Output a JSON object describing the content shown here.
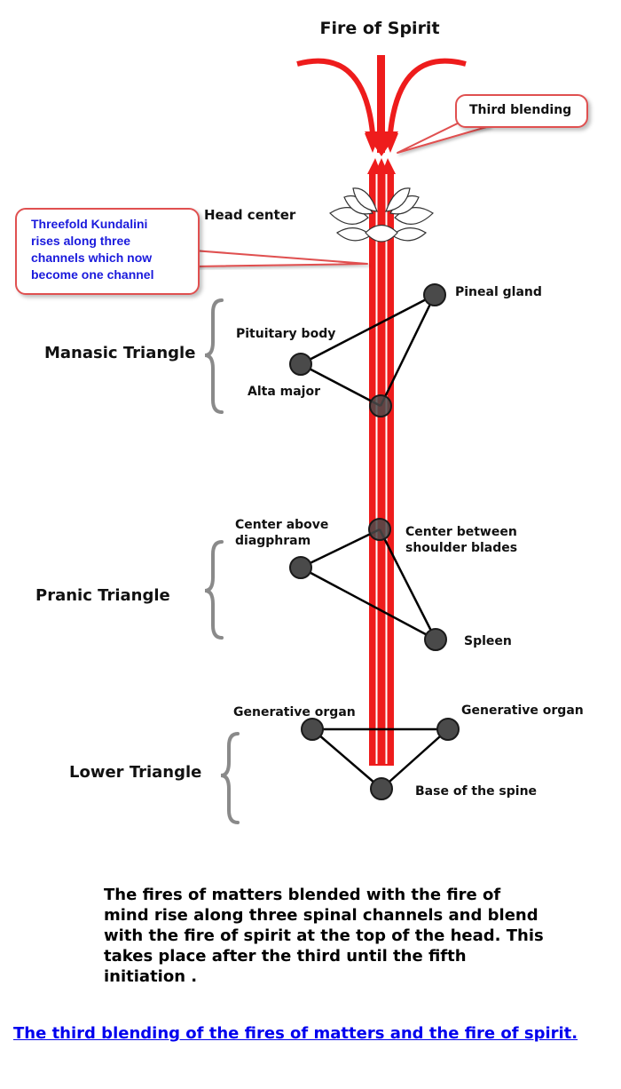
{
  "title": "Fire of Spirit",
  "callouts": {
    "third_blending": "Third blending",
    "kundalini": [
      "Threefold Kundalini",
      "rises along three",
      "channels which now",
      "become one channel"
    ]
  },
  "head_center": "Head center",
  "triangles": {
    "manasic": {
      "label": "Manasic Triangle",
      "pineal": "Pineal gland",
      "pituitary": "Pituitary body",
      "alta": "Alta major"
    },
    "pranic": {
      "label": "Pranic Triangle",
      "diaphragm": [
        "Center above",
        "diagphram"
      ],
      "shoulder": [
        "Center between",
        "shoulder blades"
      ],
      "spleen": "Spleen"
    },
    "lower": {
      "label": "Lower Triangle",
      "gen_left": "Generative organ",
      "gen_right": "Generative organ",
      "base": "Base of the spine"
    }
  },
  "caption": "The fires of matters blended with the fire of mind rise along three spinal channels and blend with the fire of spirit at the top of the head. This takes place after the third until the fifth initiation .",
  "link_text": "The third blending of the fires of matters and the fire of spirit.",
  "colors": {
    "fire": "#ee1c1c",
    "node": "#4a4a4a",
    "brace": "#8a8a8a",
    "callout_text": "#1a1adc",
    "link": "#0000ee"
  },
  "icons": {
    "head_center": "lotus-icon"
  }
}
